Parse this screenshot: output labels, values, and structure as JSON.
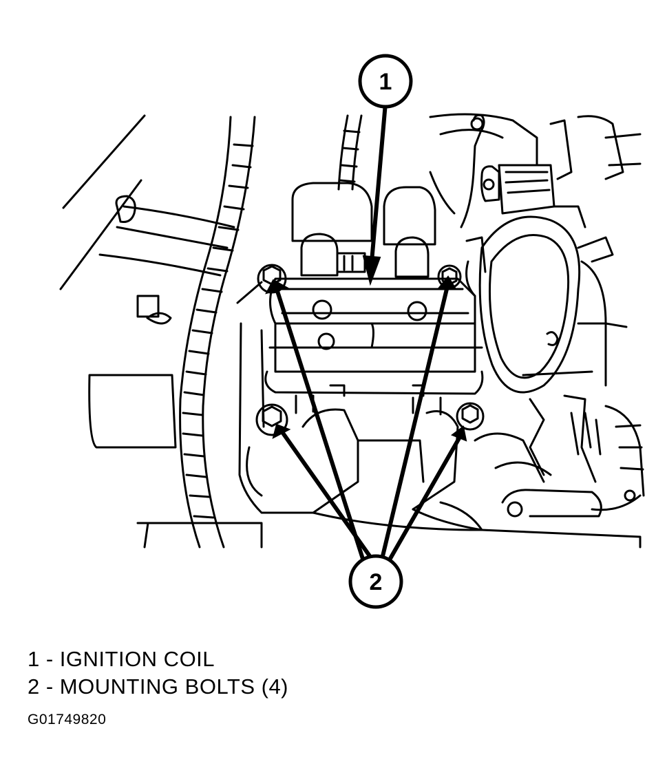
{
  "callouts": [
    {
      "number": "1"
    },
    {
      "number": "2"
    }
  ],
  "legend": [
    {
      "text": "1 - IGNITION COIL"
    },
    {
      "text": "2 - MOUNTING BOLTS (4)"
    }
  ],
  "figure_id": "G01749820"
}
